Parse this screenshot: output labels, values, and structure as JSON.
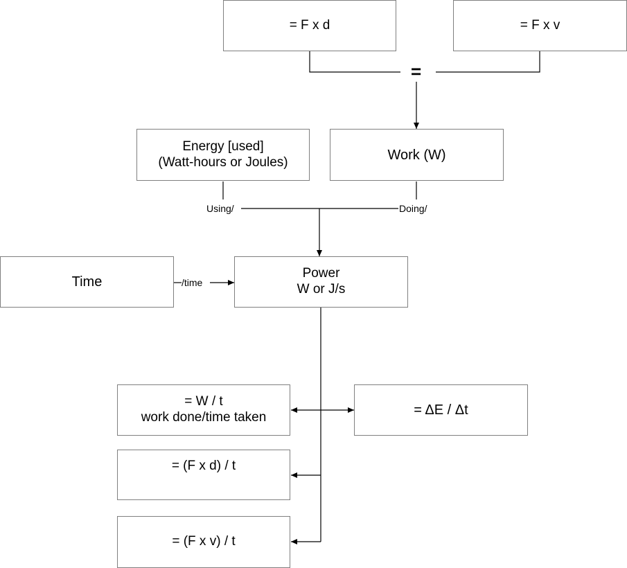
{
  "boxes": {
    "fxd": "= F x d",
    "fxv": "= F x v",
    "energy": [
      "Energy [used]",
      "(Watt-hours or Joules)"
    ],
    "work": "Work (W)",
    "time": "Time",
    "power": [
      "Power",
      "W or J/s"
    ],
    "w_over_t": [
      "= W / t",
      "work done/time taken"
    ],
    "delta": "= ΔE / Δt",
    "fd_over_t": "= (F x d) / t",
    "fv_over_t": "= (F x v) / t"
  },
  "labels": {
    "equals": "=",
    "using": "Using/",
    "doing": "Doing/",
    "per_time": "/time"
  },
  "colors": {
    "line": "#000000",
    "box_border": "#7f7f7f"
  }
}
